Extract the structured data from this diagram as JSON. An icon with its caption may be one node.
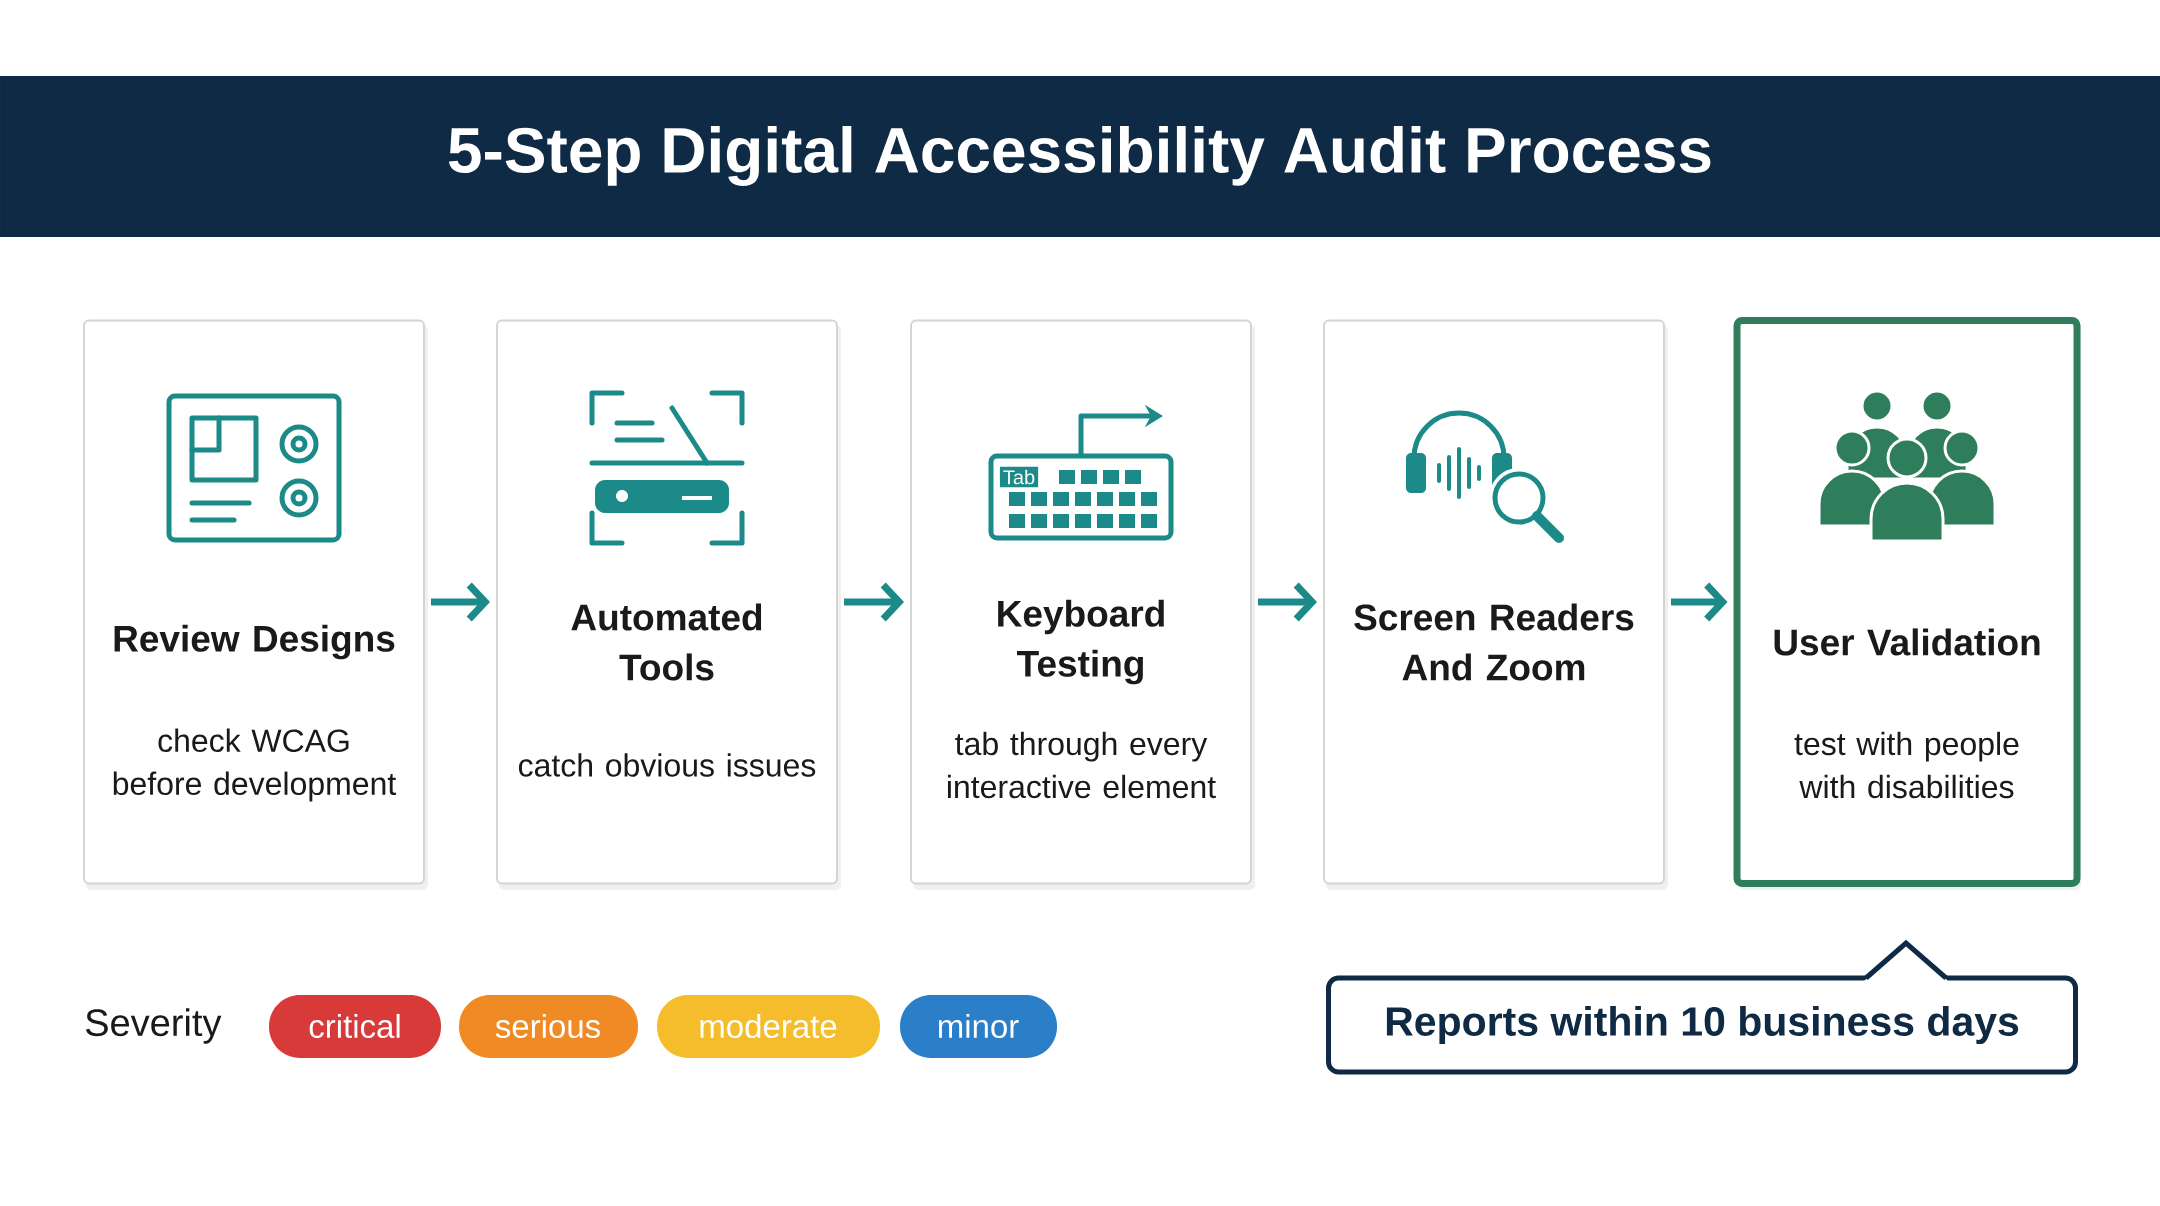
{
  "diagram": {
    "title": "5-Step Digital Accessibility Audit Process",
    "nodes": [
      {
        "text": [
          "Review Designs",
          "check WCAG before development"
        ]
      },
      {
        "text": [
          "Automated Tools",
          "catch obvious issues"
        ]
      },
      {
        "text": [
          "Keyboard Testing",
          "tab through every interactive element"
        ]
      },
      {
        "text": [
          "Screen Readers And Zoom"
        ]
      },
      {
        "text": [
          "User Validation",
          "test with people with disabilities"
        ]
      },
      {
        "text": [
          "Reports within 10 business days"
        ]
      }
    ],
    "edges": [
      {
        "from": 0,
        "to": 1,
        "arrow": "to"
      },
      {
        "from": 1,
        "to": 2,
        "arrow": "to"
      },
      {
        "from": 2,
        "to": 3,
        "arrow": "to"
      },
      {
        "from": 3,
        "to": 4,
        "arrow": "to"
      }
    ],
    "labels": [
      "Tab",
      "Severity"
    ],
    "legend": [
      {
        "text": "critical",
        "color": "#d83a3a"
      },
      {
        "text": "serious",
        "color": "#f08a24"
      },
      {
        "text": "moderate",
        "color": "#f5bd2c"
      },
      {
        "text": "minor",
        "color": "#2a7fc8"
      }
    ]
  }
}
